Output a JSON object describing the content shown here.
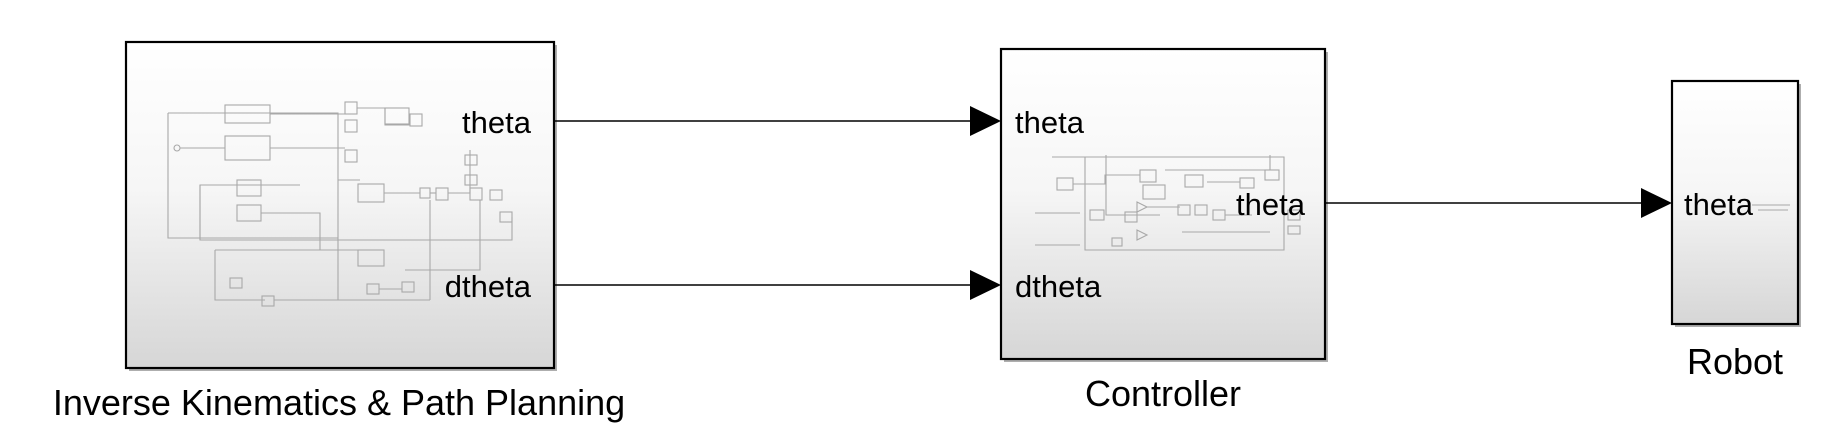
{
  "blocks": {
    "ik": {
      "name": "Inverse Kinematics & Path Planning",
      "outports": [
        "theta",
        "dtheta"
      ]
    },
    "controller": {
      "name": "Controller",
      "inports": [
        "theta",
        "dtheta"
      ],
      "outports": [
        "theta"
      ]
    },
    "robot": {
      "name": "Robot",
      "inports": [
        "theta"
      ]
    }
  },
  "colors": {
    "block_fill_top": "#ffffff",
    "block_fill_bottom": "#d9d9d9",
    "block_border": "#000000",
    "line": "#000000",
    "thumbnail_stroke": "#a8a8a8"
  }
}
